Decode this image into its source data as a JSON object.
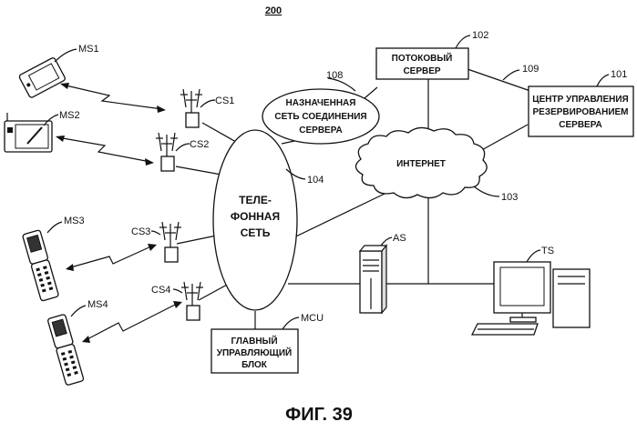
{
  "figure_number": "200",
  "caption": "ФИГ. 39",
  "network": {
    "phone_net": {
      "ref": "104",
      "lines": [
        "ТЕЛЕ-",
        "ФОННАЯ",
        "СЕТЬ"
      ]
    },
    "internet": {
      "ref": "103",
      "label": "ИНТЕРНЕТ"
    },
    "server_net": {
      "ref": "108",
      "lines": [
        "НАЗНАЧЕННАЯ",
        "СЕТЬ СОЕДИНЕНИЯ",
        "СЕРВЕРА"
      ]
    },
    "stream_server": {
      "ref": "102",
      "lines": [
        "ПОТОКОВЫЙ",
        "СЕРВЕР"
      ]
    },
    "reservation_center": {
      "ref": "101",
      "lines": [
        "ЦЕНТР УПРАВЛЕНИЯ",
        "РЕЗЕРВИРОВАНИЕМ",
        "СЕРВЕРА"
      ]
    },
    "link_109": "109",
    "mcu": {
      "ref": "MCU",
      "lines": [
        "ГЛАВНЫЙ",
        "УПРАВЛЯЮЩИЙ",
        "БЛОК"
      ]
    },
    "as_label": "AS",
    "ts_label": "TS"
  },
  "mobiles": [
    "MS1",
    "MS2",
    "MS3",
    "MS4"
  ],
  "base_stations": [
    "CS1",
    "CS2",
    "CS3",
    "CS4"
  ]
}
